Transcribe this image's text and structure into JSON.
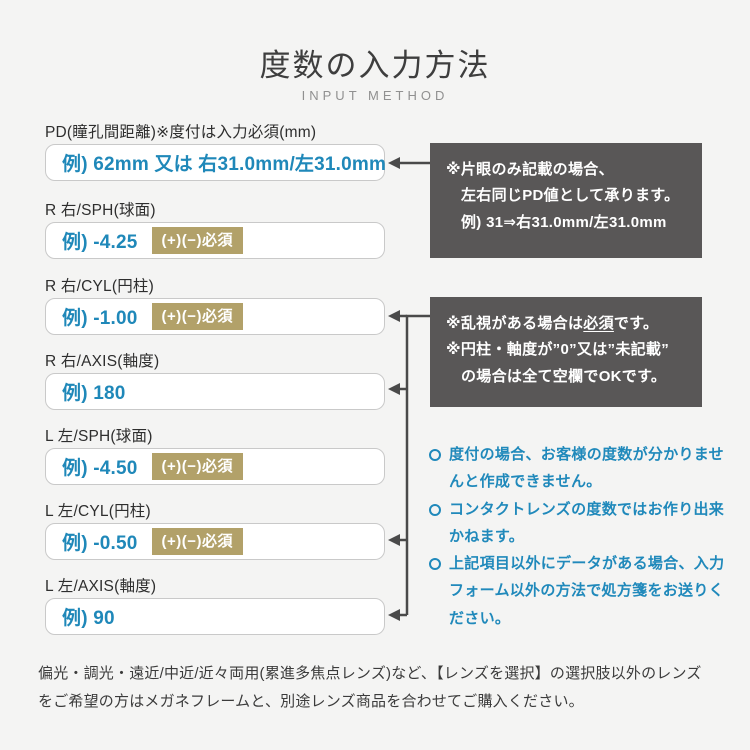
{
  "header": {
    "title": "度数の入力方法",
    "subtitle": "INPUT METHOD"
  },
  "colors": {
    "background": "#f4f4f3",
    "accent_blue": "#2089bb",
    "badge_khaki": "#b2a169",
    "callout_gray": "#595757",
    "connector": "#4a4a4a"
  },
  "fields": [
    {
      "id": "pd",
      "label": "PD(瞳孔間距離)※度付は入力必須(mm)",
      "example": "例) 62mm 又は 右31.0mm/左31.0mm",
      "badge": ""
    },
    {
      "id": "r-sph",
      "label": "R 右/SPH(球面)",
      "example": "例) -4.25",
      "badge": "(+)(−)必須"
    },
    {
      "id": "r-cyl",
      "label": "R 右/CYL(円柱)",
      "example": "例) -1.00",
      "badge": "(+)(−)必須"
    },
    {
      "id": "r-axis",
      "label": "R 右/AXIS(軸度)",
      "example": "例) 180",
      "badge": ""
    },
    {
      "id": "l-sph",
      "label": "L 左/SPH(球面)",
      "example": "例) -4.50",
      "badge": "(+)(−)必須"
    },
    {
      "id": "l-cyl",
      "label": "L 左/CYL(円柱)",
      "example": "例) -0.50",
      "badge": "(+)(−)必須"
    },
    {
      "id": "l-axis",
      "label": "L 左/AXIS(軸度)",
      "example": "例) 90",
      "badge": ""
    }
  ],
  "callout_pd": {
    "line1": "※片眼のみ記載の場合、",
    "line2": "左右同じPD値として承ります。",
    "line3": "例) 31⇒右31.0mm/左31.0mm"
  },
  "callout_cyl_axis": {
    "line1_pre": "※乱視がある場合は",
    "line1_em": "必須",
    "line1_post": "です。",
    "line2": "※円柱・軸度が”0”又は”未記載”",
    "line3": "の場合は全て空欄でOKです。"
  },
  "notes": [
    "度付の場合、お客様の度数が分かりませんと作成できません。",
    "コンタクトレンズの度数ではお作り出来かねます。",
    "上記項目以外にデータがある場合、入力フォーム以外の方法で処方箋をお送りください。"
  ],
  "footer": {
    "text": "偏光・調光・遠近/中近/近々両用(累進多焦点レンズ)など、【レンズを選択】の選択肢以外のレンズをご希望の方はメガネフレームと、別途レンズ商品を合わせてご購入ください。"
  }
}
